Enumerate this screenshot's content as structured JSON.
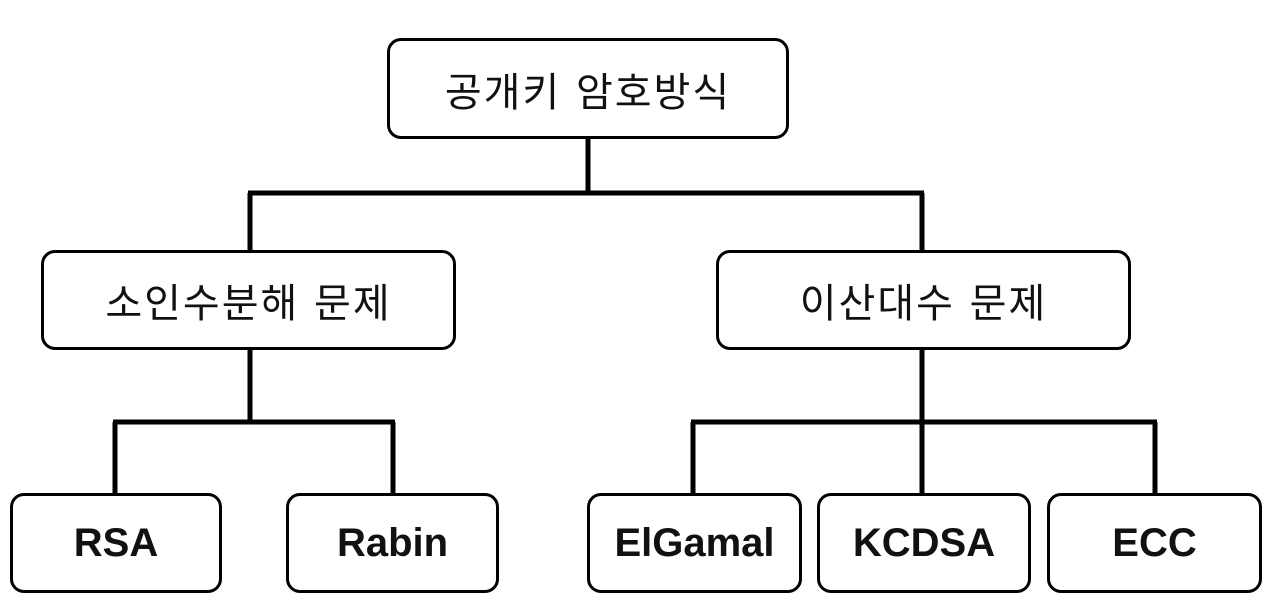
{
  "root": {
    "label": "공개키 암호방식"
  },
  "categories": [
    {
      "label": "소인수분해 문제"
    },
    {
      "label": "이산대수 문제"
    }
  ],
  "algorithms": {
    "factorization": [
      {
        "label": "RSA"
      },
      {
        "label": "Rabin"
      }
    ],
    "discrete_log": [
      {
        "label": "ElGamal"
      },
      {
        "label": "KCDSA"
      },
      {
        "label": "ECC"
      }
    ]
  }
}
